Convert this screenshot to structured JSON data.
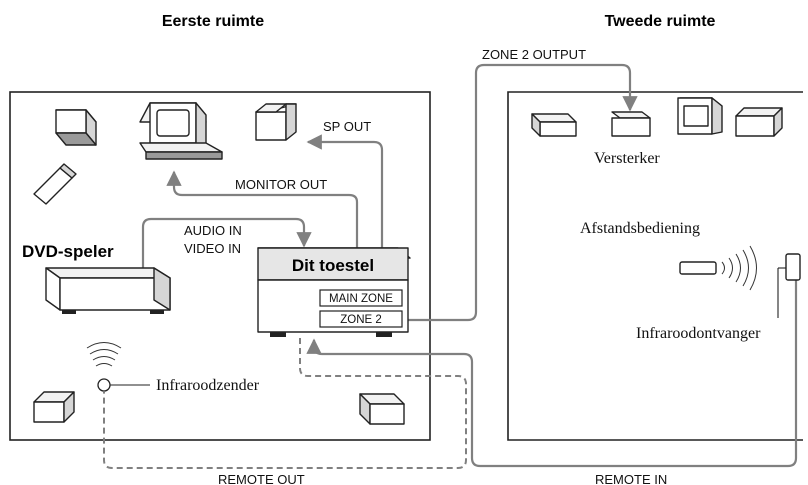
{
  "rooms": {
    "first": "Eerste ruimte",
    "second": "Tweede ruimte"
  },
  "labels": {
    "zone2_output": "ZONE 2 OUTPUT",
    "sp_out": "SP OUT",
    "monitor_out": "MONITOR OUT",
    "audio_in": "AUDIO IN",
    "video_in": "VIDEO IN",
    "dvd_player": "DVD-speler",
    "this_unit": "Dit toestel",
    "main_zone": "MAIN ZONE",
    "zone2": "ZONE 2",
    "ir_emitter": "Infraroodzender",
    "amplifier": "Versterker",
    "remote_control": "Afstandsbediening",
    "ir_receiver": "Infraroodontvanger",
    "remote_out": "REMOTE OUT",
    "remote_in": "REMOTE IN"
  },
  "colors": {
    "wire": "#808080",
    "device_light": "#f2f2f2",
    "device_mid": "#d6d6d6",
    "device_dark": "#9a9a9a"
  }
}
